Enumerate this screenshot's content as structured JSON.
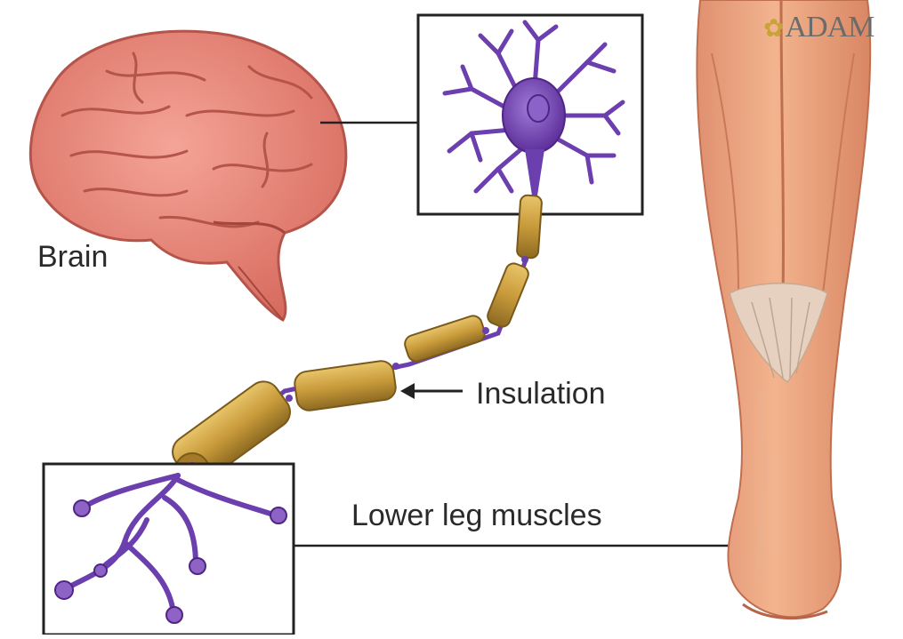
{
  "labels": {
    "brain": "Brain",
    "insulation": "Insulation",
    "lower_leg_muscles": "Lower leg muscles"
  },
  "logo": {
    "text": "ADAM"
  },
  "colors": {
    "brain": "#e9877b",
    "neuron": "#7a4bb8",
    "myelin": "#c89a3a",
    "leg": "#e8a27a",
    "frame": "#222222"
  }
}
